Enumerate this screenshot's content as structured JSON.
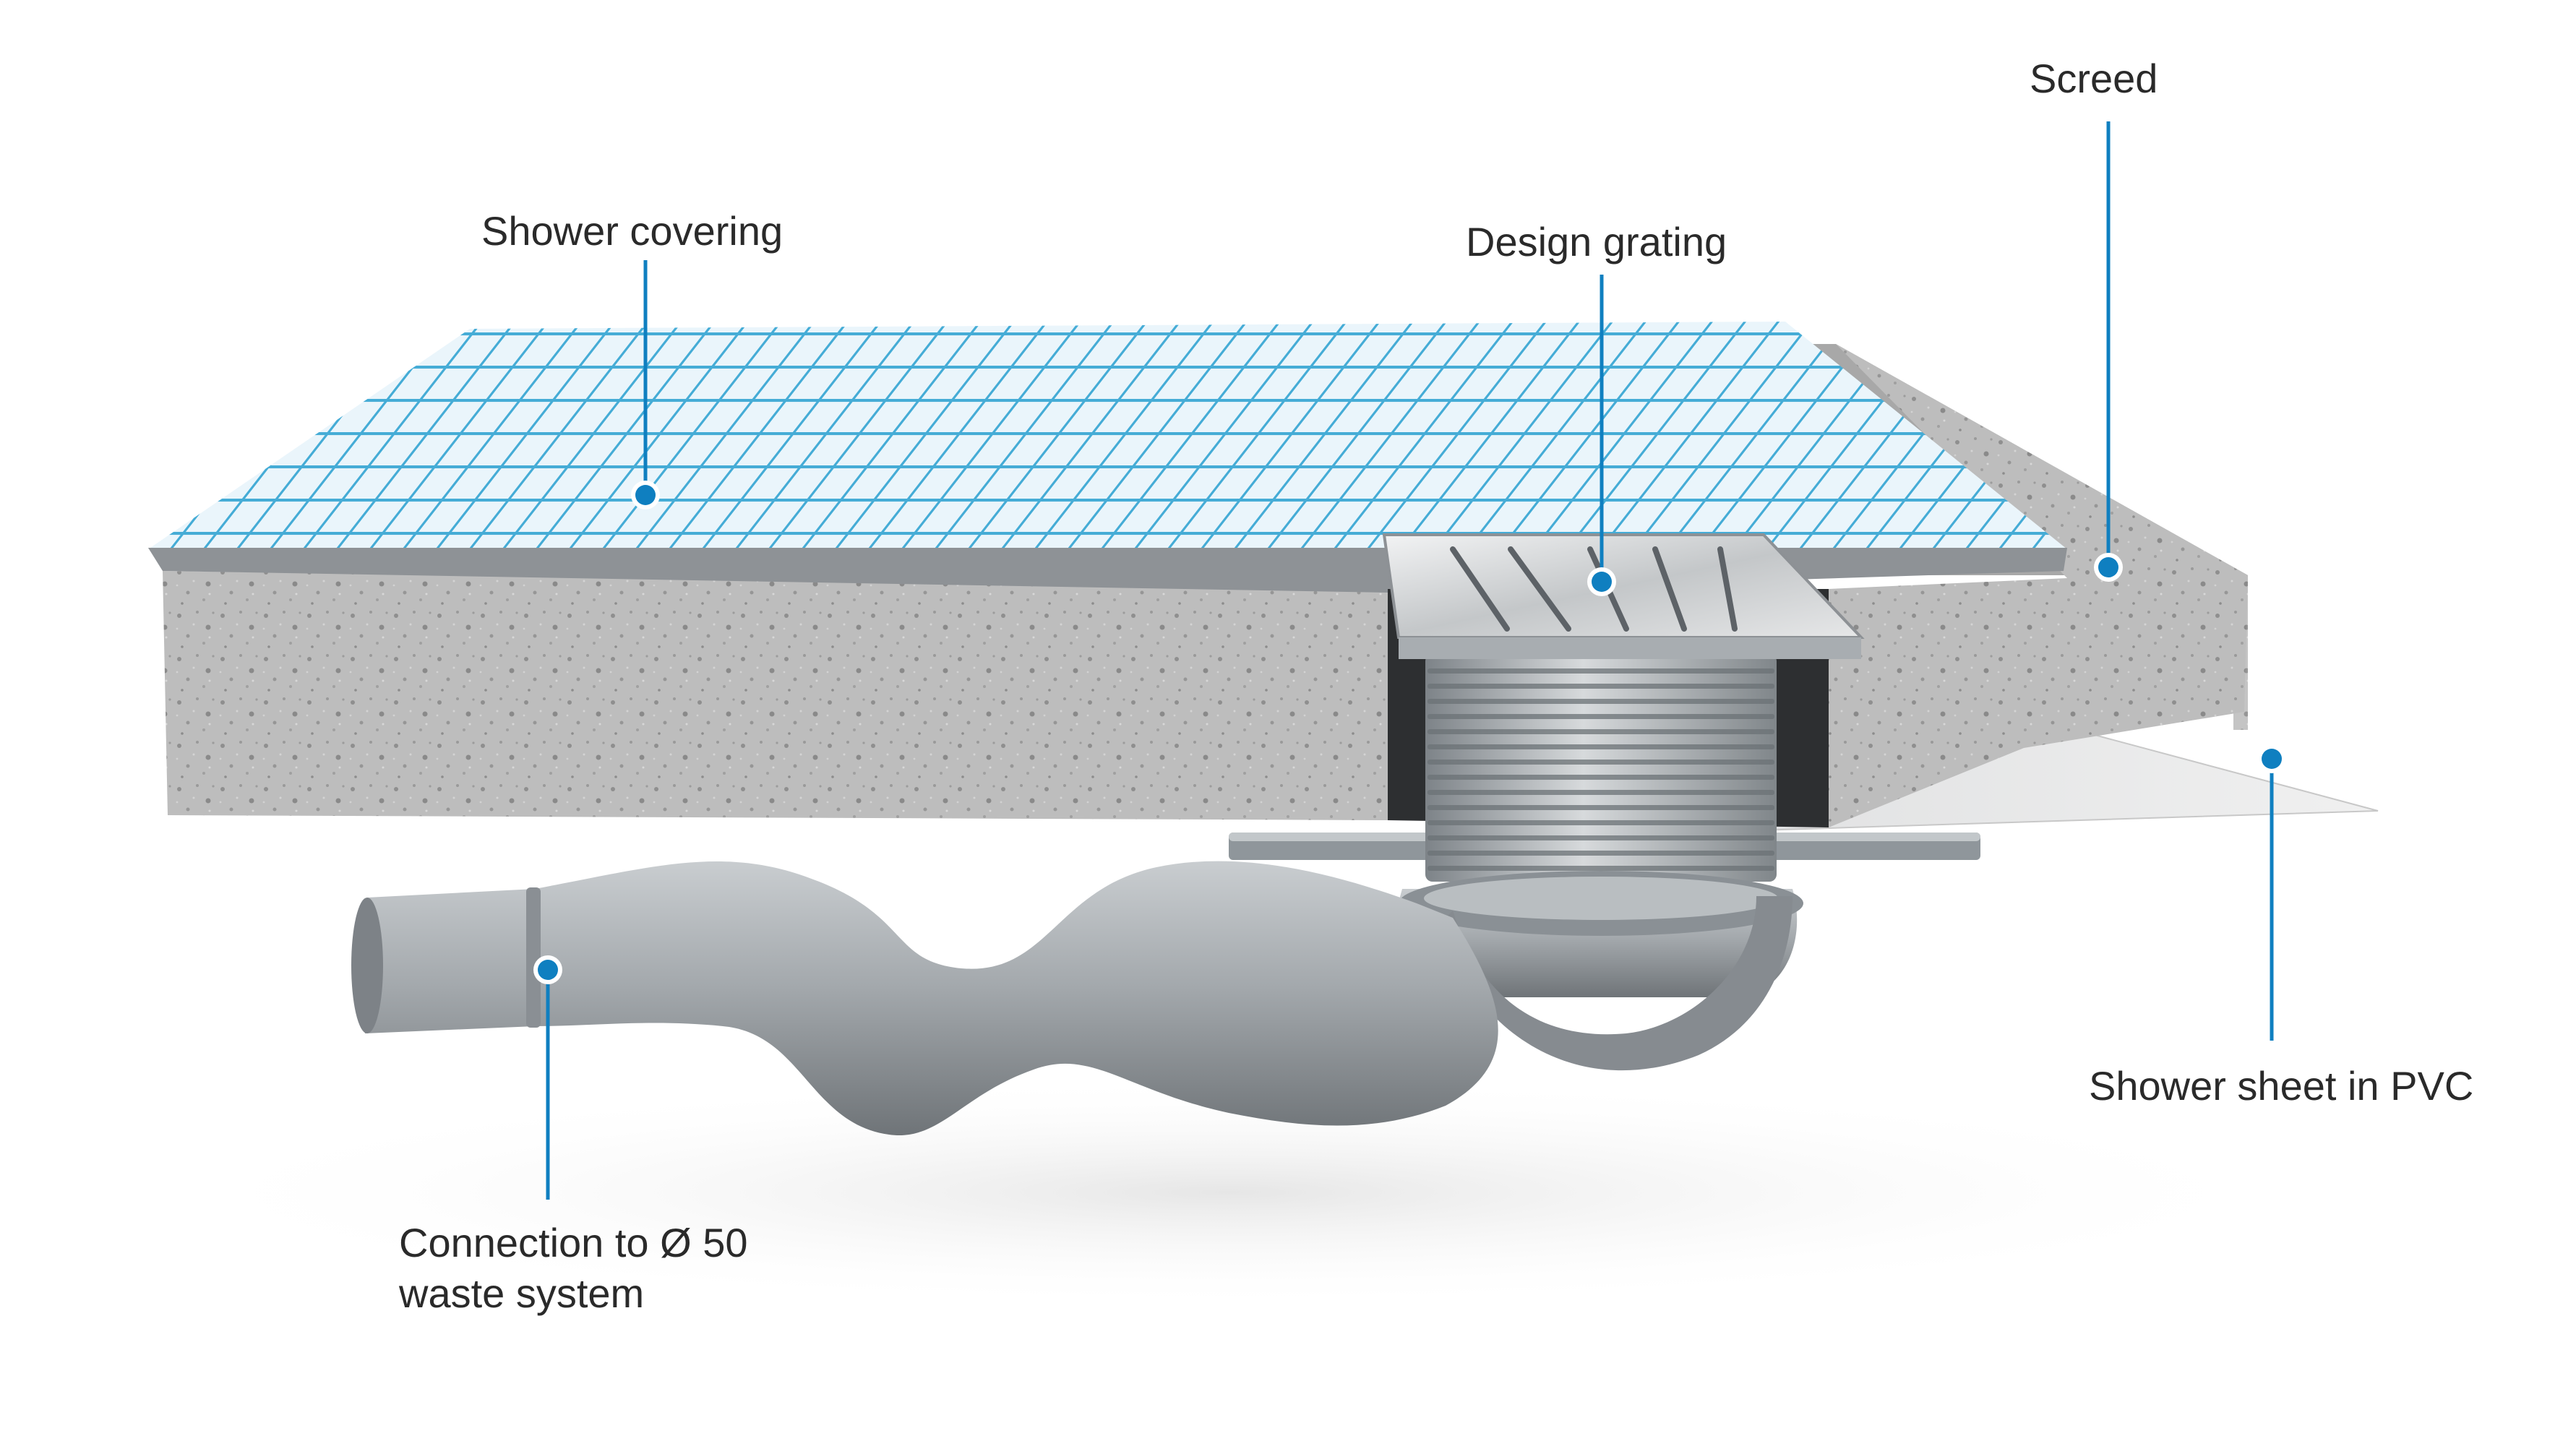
{
  "callouts": {
    "shower_covering": "Shower covering",
    "design_grating": "Design grating",
    "screed": "Screed",
    "shower_sheet": "Shower sheet in PVC",
    "connection_line1": "Connection to Ø 50",
    "connection_line2": "waste system"
  },
  "colors": {
    "accent": "#0f7fc0",
    "tile_grout": "#3fa9d4",
    "tile_face": "#e9f4fa",
    "screed": "#b8b8b8",
    "pipe": "#9ea3a7"
  },
  "icons": {
    "callout_marker": "dot-marker"
  }
}
